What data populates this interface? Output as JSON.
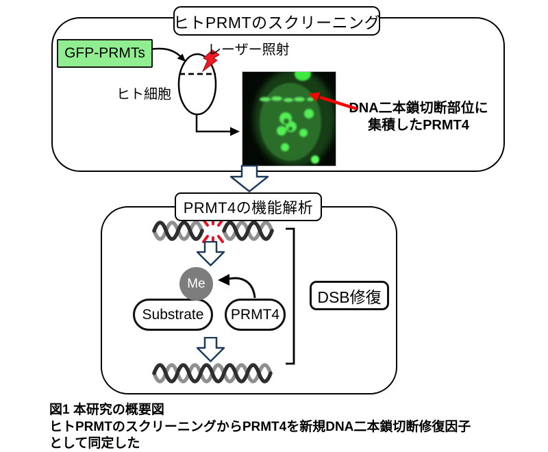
{
  "screening": {
    "title": "ヒトPRMTのスクリーニング",
    "gfp_label": "GFP-PRMTs",
    "laser_label": "レーザー照射",
    "cell_label": "ヒト細胞",
    "micrograph_caption": {
      "line1": "DNA二本鎖切断部位に",
      "line2": "集積したPRMT4"
    }
  },
  "analysis": {
    "title": "PRMT4の機能解析",
    "me_label": "Me",
    "substrate_label": "Substrate",
    "prmt4_label": "PRMT4",
    "dsb_label": "DSB修復"
  },
  "caption": {
    "line1": "図1 本研究の概要図",
    "line2": "ヒトPRMTのスクリーニングからPRMT4を新規DNA二本鎖切断修復因子",
    "line3": "として同定した"
  },
  "icons": {
    "laser_bolt": "red-lightning-bolt",
    "dna_break": "red-burst-marks",
    "flow_arrow": "hollow-block-down-arrow",
    "dsb_pointer": "red-arrow",
    "micrograph": "green-fluorescence-cell-image"
  },
  "colors": {
    "gfp_green": "#90EE90",
    "laser_red": "#ED1C24",
    "burst_red": "#E81123",
    "block_arrow_outline": "#1B3A5C",
    "helix_dark": "#2E2E2E",
    "helix_light": "#8F8F8F",
    "me_gray": "#7D7D7D",
    "micrograph_nucleus_green": "#2A6E2A"
  }
}
